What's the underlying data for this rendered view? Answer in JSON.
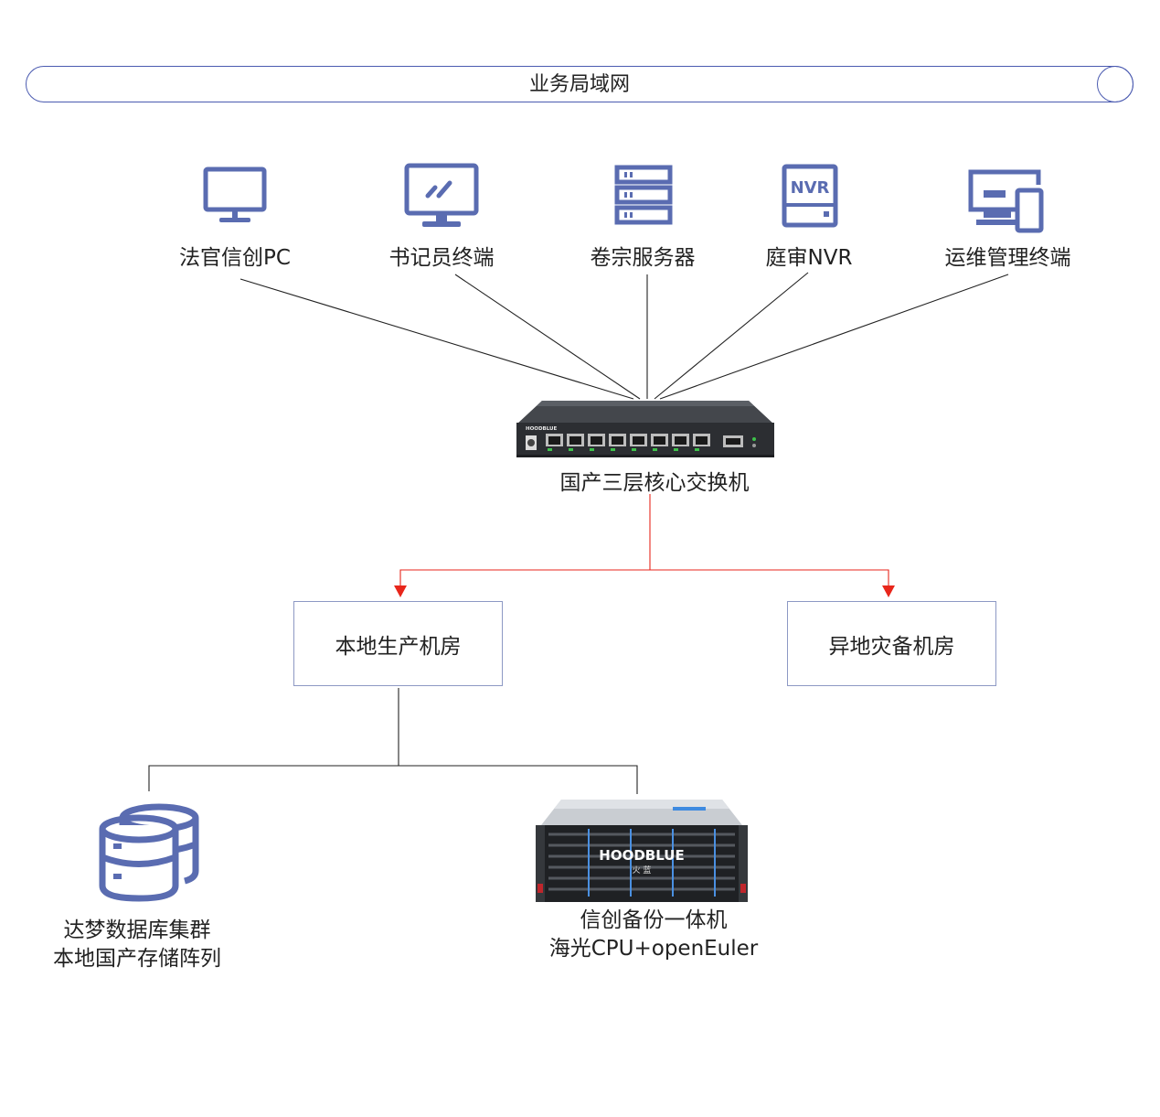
{
  "banner": {
    "label": "业务局域网"
  },
  "devices": [
    {
      "label": "法官信创PC",
      "icon": "monitor-icon"
    },
    {
      "label": "书记员终端",
      "icon": "terminal-monitor-icon"
    },
    {
      "label": "卷宗服务器",
      "icon": "server-rack-icon"
    },
    {
      "label": "庭审NVR",
      "icon": "nvr-icon",
      "icon_text": "NVR"
    },
    {
      "label": "运维管理终端",
      "icon": "monitor-phone-icon"
    }
  ],
  "core_switch": {
    "label": "国产三层核心交换机",
    "brand_text": "HOODBLUE",
    "icon": "network-switch-icon"
  },
  "rooms": [
    {
      "label": "本地生产机房"
    },
    {
      "label": "异地灾备机房"
    }
  ],
  "storage": {
    "line1": "达梦数据库集群",
    "line2": "本地国产存储阵列",
    "icon": "database-icon"
  },
  "backup": {
    "line1": "信创备份一体机",
    "line2": "海光CPU+openEuler",
    "brand_text": "HOODBLUE",
    "brand_sub": "火 蓝",
    "icon": "storage-server-icon"
  },
  "colors": {
    "icon_blue": "#5a6cb1",
    "border_blue": "#4a5ab0",
    "box_border": "#8d99c4",
    "line_black": "#222222",
    "arrow_red": "#e8261b"
  }
}
